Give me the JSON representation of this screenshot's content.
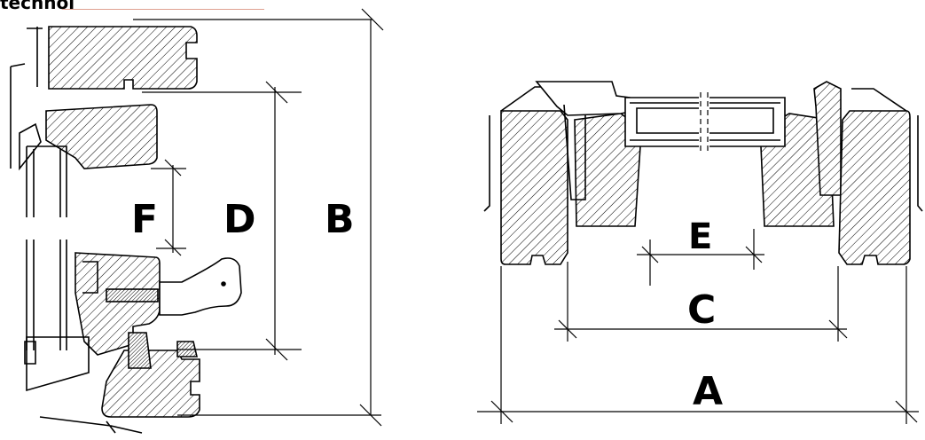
{
  "header": {
    "text": "technol"
  },
  "labels": {
    "A": "A",
    "B": "B",
    "C": "C",
    "D": "D",
    "E": "E",
    "F": "F"
  }
}
